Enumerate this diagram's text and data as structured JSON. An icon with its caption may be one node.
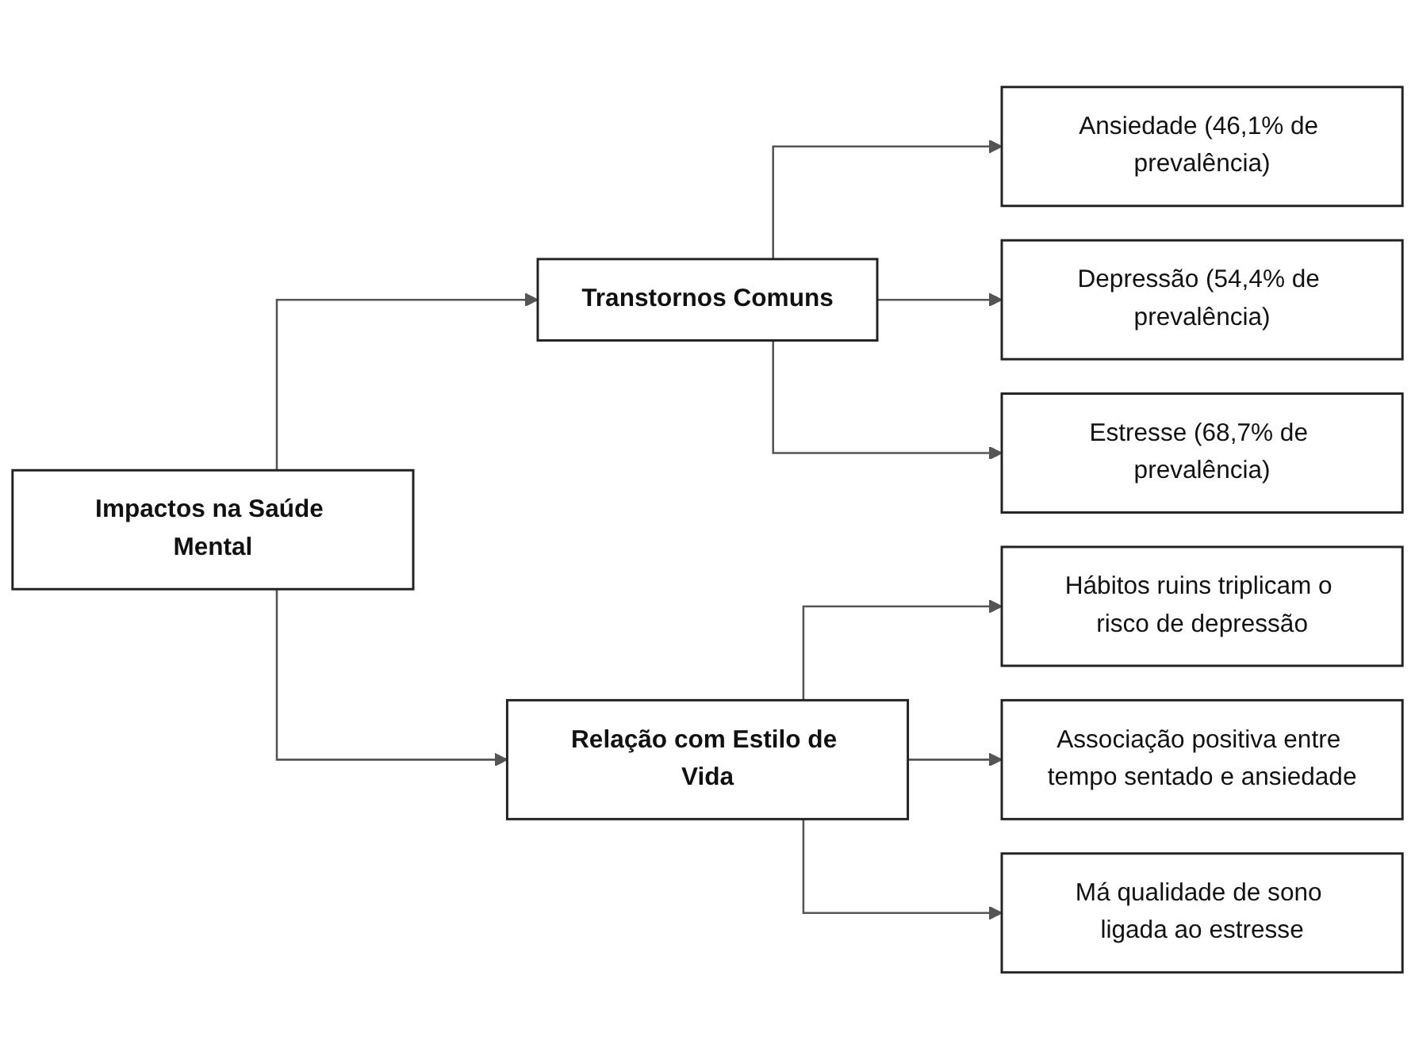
{
  "diagram": {
    "nodes": [
      {
        "text": [
          "Impactos na Saúde Mental"
        ]
      },
      {
        "text": [
          "Transtornos Comuns"
        ]
      },
      {
        "text": [
          "Ansiedade (46,1% de prevalência)"
        ]
      },
      {
        "text": [
          "Depressão (54,4% de prevalência)"
        ]
      },
      {
        "text": [
          "Estresse (68,7% de prevalência)"
        ]
      },
      {
        "text": [
          "Relação com Estilo de Vida"
        ]
      },
      {
        "text": [
          "Hábitos ruins triplicam o risco de depressão"
        ]
      },
      {
        "text": [
          "Associação positiva entre tempo sentado e ansiedade"
        ]
      },
      {
        "text": [
          "Má qualidade de sono ligada ao estresse"
        ]
      }
    ],
    "edges": [
      {
        "from": 0,
        "to": 1,
        "arrow": "to"
      },
      {
        "from": 0,
        "to": 5,
        "arrow": "to"
      },
      {
        "from": 1,
        "to": 2,
        "arrow": "to"
      },
      {
        "from": 1,
        "to": 3,
        "arrow": "to"
      },
      {
        "from": 1,
        "to": 4,
        "arrow": "to"
      },
      {
        "from": 5,
        "to": 6,
        "arrow": "to"
      },
      {
        "from": 5,
        "to": 7,
        "arrow": "to"
      },
      {
        "from": 5,
        "to": 8,
        "arrow": "to"
      }
    ]
  }
}
